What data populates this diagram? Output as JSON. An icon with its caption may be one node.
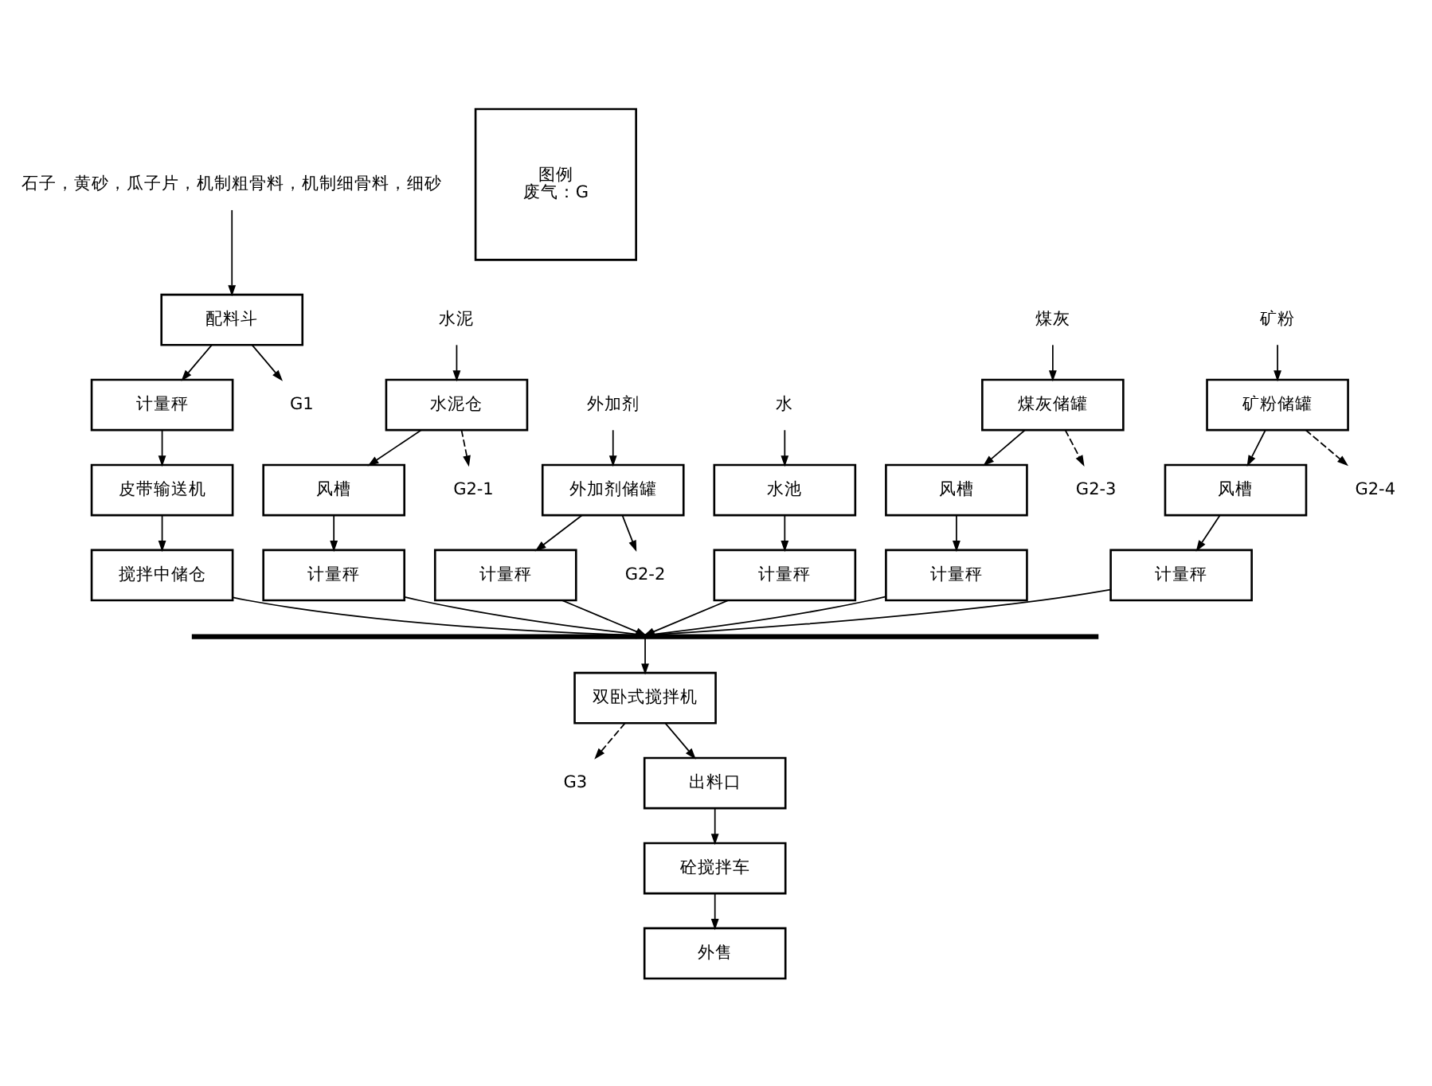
{
  "diagram": {
    "nodes": [
      {
        "text": [
          "石子，黄砂，瓜子片，机制粗骨料，机制细骨料，细砂"
        ]
      },
      {
        "text": [
          "配料斗"
        ]
      },
      {
        "text": [
          "计量秤"
        ]
      },
      {
        "text": [
          "皮带输送机"
        ]
      },
      {
        "text": [
          "搅拌中储仓"
        ]
      },
      {
        "text": [
          "G1"
        ]
      },
      {
        "text": [
          "水泥"
        ]
      },
      {
        "text": [
          "水泥仓"
        ]
      },
      {
        "text": [
          "风槽"
        ]
      },
      {
        "text": [
          "计量秤"
        ]
      },
      {
        "text": [
          "G2-1"
        ]
      },
      {
        "text": [
          "外加剂"
        ]
      },
      {
        "text": [
          "外加剂储罐"
        ]
      },
      {
        "text": [
          "计量秤"
        ]
      },
      {
        "text": [
          "G2-2"
        ]
      },
      {
        "text": [
          "水"
        ]
      },
      {
        "text": [
          "水池"
        ]
      },
      {
        "text": [
          "计量秤"
        ]
      },
      {
        "text": [
          "煤灰"
        ]
      },
      {
        "text": [
          "煤灰储罐"
        ]
      },
      {
        "text": [
          "风槽"
        ]
      },
      {
        "text": [
          "计量秤"
        ]
      },
      {
        "text": [
          "G2-3"
        ]
      },
      {
        "text": [
          "矿粉"
        ]
      },
      {
        "text": [
          "矿粉储罐"
        ]
      },
      {
        "text": [
          "风槽"
        ]
      },
      {
        "text": [
          "计量秤"
        ]
      },
      {
        "text": [
          "G2-4"
        ]
      },
      {
        "text": [],
        "shape": "bar"
      },
      {
        "text": [
          "双卧式搅拌机"
        ]
      },
      {
        "text": [
          "G3"
        ]
      },
      {
        "text": [
          "出料口"
        ]
      },
      {
        "text": [
          "砼搅拌车"
        ]
      },
      {
        "text": [
          "外售"
        ]
      },
      {
        "text": [
          "图例",
          "废气：G"
        ]
      }
    ],
    "edges": [
      {
        "from": 0,
        "to": 1,
        "arrow": "to"
      },
      {
        "from": 1,
        "to": 5,
        "arrow": "to"
      },
      {
        "from": 1,
        "to": 2,
        "arrow": "to"
      },
      {
        "from": 2,
        "to": 3,
        "arrow": "to"
      },
      {
        "from": 3,
        "to": 4,
        "arrow": "to"
      },
      {
        "from": 4,
        "to": 28,
        "arrow": "to"
      },
      {
        "from": 6,
        "to": 7,
        "arrow": "to"
      },
      {
        "from": 7,
        "to": 10,
        "arrow": "to",
        "style": "dashed"
      },
      {
        "from": 7,
        "to": 8,
        "arrow": "to"
      },
      {
        "from": 8,
        "to": 9,
        "arrow": "to"
      },
      {
        "from": 9,
        "to": 28,
        "arrow": "to"
      },
      {
        "from": 11,
        "to": 12,
        "arrow": "to"
      },
      {
        "from": 12,
        "to": 14,
        "arrow": "to"
      },
      {
        "from": 12,
        "to": 13,
        "arrow": "to"
      },
      {
        "from": 13,
        "to": 28,
        "arrow": "to"
      },
      {
        "from": 15,
        "to": 16,
        "arrow": "to"
      },
      {
        "from": 16,
        "to": 17,
        "arrow": "to"
      },
      {
        "from": 17,
        "to": 28,
        "arrow": "to"
      },
      {
        "from": 18,
        "to": 19,
        "arrow": "to"
      },
      {
        "from": 19,
        "to": 22,
        "arrow": "to",
        "style": "dashed"
      },
      {
        "from": 19,
        "to": 20,
        "arrow": "to"
      },
      {
        "from": 20,
        "to": 21,
        "arrow": "to"
      },
      {
        "from": 21,
        "to": 28,
        "arrow": "to"
      },
      {
        "from": 23,
        "to": 24,
        "arrow": "to"
      },
      {
        "from": 24,
        "to": 27,
        "arrow": "to",
        "style": "dashed"
      },
      {
        "from": 24,
        "to": 25,
        "arrow": "to"
      },
      {
        "from": 25,
        "to": 26,
        "arrow": "to"
      },
      {
        "from": 26,
        "to": 28,
        "arrow": "to"
      },
      {
        "from": 28,
        "to": 29,
        "arrow": "to"
      },
      {
        "from": 29,
        "to": 30,
        "arrow": "to",
        "style": "dashed"
      },
      {
        "from": 29,
        "to": 31,
        "arrow": "to"
      },
      {
        "from": 31,
        "to": 32,
        "arrow": "to"
      },
      {
        "from": 32,
        "to": 33,
        "arrow": "to"
      }
    ]
  }
}
